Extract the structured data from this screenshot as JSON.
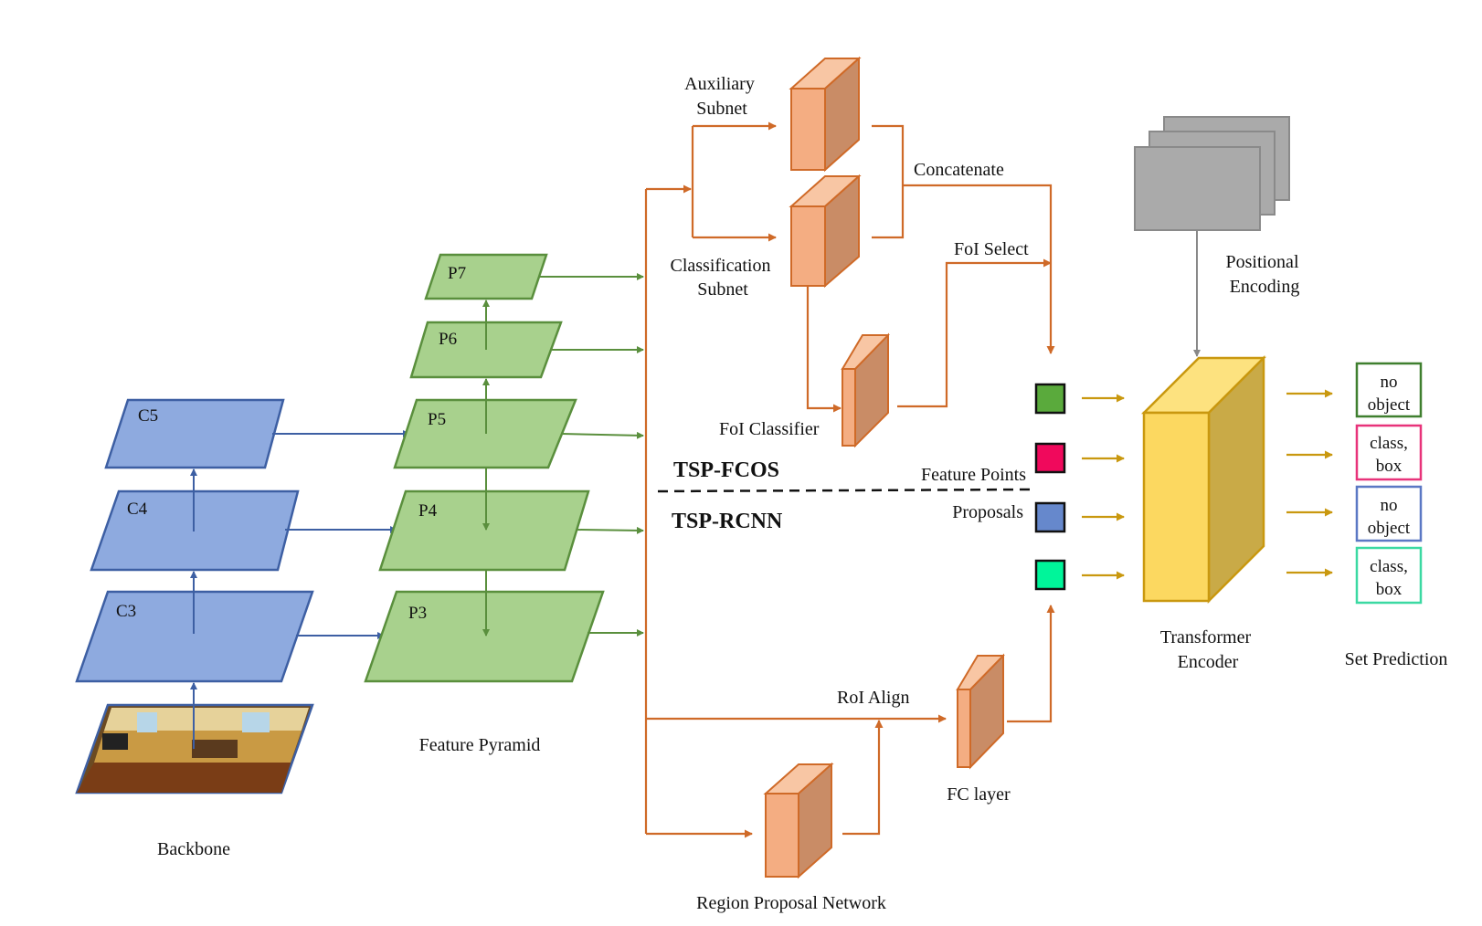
{
  "backbone": {
    "label": "Backbone",
    "levels": [
      "C5",
      "C4",
      "C3"
    ]
  },
  "feature_pyramid": {
    "label": "Feature Pyramid",
    "levels": [
      "P7",
      "P6",
      "P5",
      "P4",
      "P3"
    ]
  },
  "heads": {
    "auxiliary": [
      "Auxiliary",
      "Subnet"
    ],
    "classification": [
      "Classification",
      "Subnet"
    ],
    "concatenate": "Concatenate",
    "foi_select": "FoI Select",
    "foi_classifier": "FoI Classifier",
    "roi_align": "RoI Align",
    "fc_layer": "FC layer",
    "rpn": "Region Proposal Network"
  },
  "variants": {
    "top": "TSP-FCOS",
    "bottom": "TSP-RCNN"
  },
  "inputs": {
    "feature_points": "Feature Points",
    "proposals": "Proposals",
    "token_colors": [
      "#5aaa3c",
      "#f0095c",
      "#6688cc",
      "#00f59a"
    ]
  },
  "encoder": {
    "positional": [
      "Positional",
      "Encoding"
    ],
    "transformer": [
      "Transformer",
      "Encoder"
    ]
  },
  "prediction": {
    "label": "Set Prediction",
    "boxes": [
      {
        "lines": [
          "no",
          "object"
        ],
        "color": "#3f7f2f"
      },
      {
        "lines": [
          "class,",
          "box"
        ],
        "color": "#e8337a"
      },
      {
        "lines": [
          "no",
          "object"
        ],
        "color": "#5b78c4"
      },
      {
        "lines": [
          "class,",
          "box"
        ],
        "color": "#3bd9a2"
      }
    ]
  },
  "colors": {
    "backbone_fill": "#8eaadf",
    "backbone_stroke": "#3d5fa3",
    "pyramid_fill": "#a8d18d",
    "pyramid_stroke": "#5a8f3d",
    "orange_arrow": "#cf6a28",
    "gold_arrow": "#c9980f",
    "cube_front": "#f4ad82",
    "cube_side": "#c98c66",
    "cube_top": "#f8c6a4",
    "encoder_front": "#fcd860",
    "encoder_side": "#c9aa47",
    "encoder_top": "#fde27f",
    "pos_fill": "#aaaaaa"
  }
}
